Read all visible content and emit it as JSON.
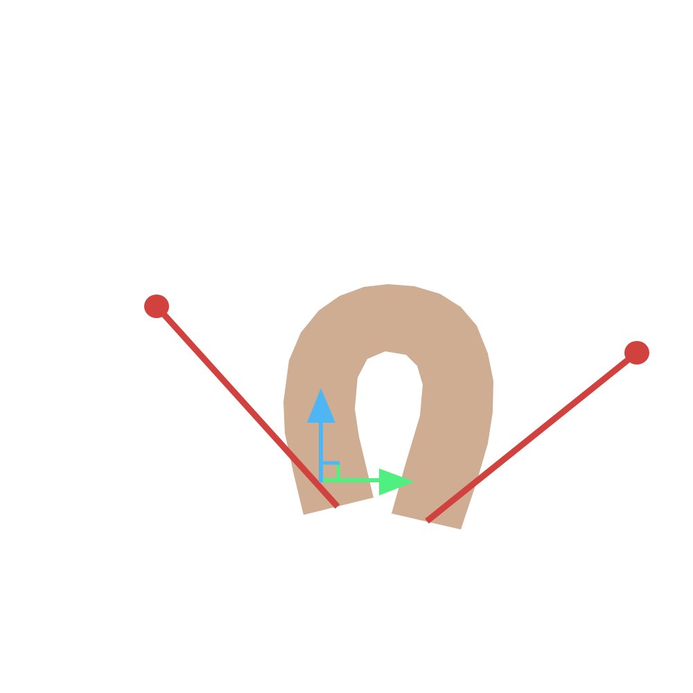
{
  "colors": {
    "background": "#ffffff",
    "object_fill": "#cfad92",
    "gripper": "#d1413d",
    "axis_y": "#4fb6f4",
    "axis_x": "#4ff07f"
  },
  "object": {
    "shape": "horseshoe-arch"
  },
  "grippers": [
    {
      "name": "left-gripper"
    },
    {
      "name": "right-gripper"
    }
  ],
  "axes": {
    "marker": "right-angle-corner",
    "x_direction": "right",
    "y_direction": "up"
  }
}
